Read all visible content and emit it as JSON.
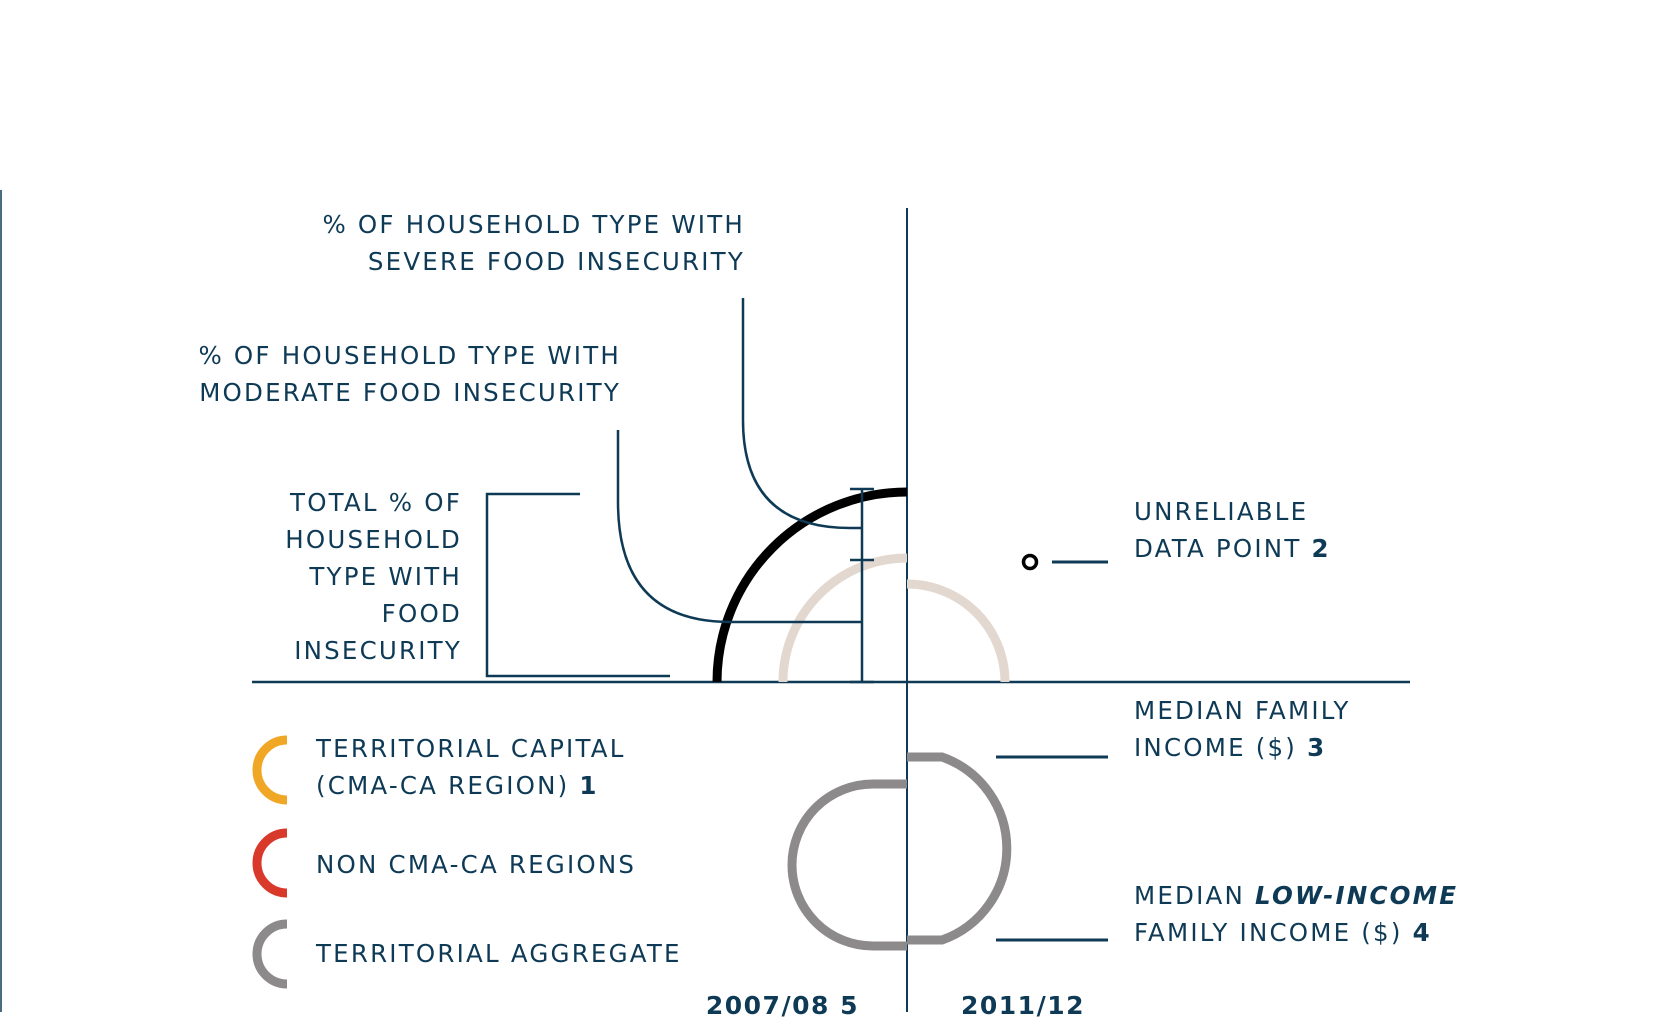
{
  "labels": {
    "severe_line1": "% OF HOUSEHOLD TYPE WITH",
    "severe_line2": "SEVERE FOOD INSECURITY",
    "moderate_line1": "% OF HOUSEHOLD TYPE WITH",
    "moderate_line2": "MODERATE FOOD INSECURITY",
    "total_line1": "TOTAL % OF",
    "total_line2": "HOUSEHOLD",
    "total_line3": "TYPE WITH",
    "total_line4": "FOOD",
    "total_line5": "INSECURITY",
    "unreliable_line1": "UNRELIABLE",
    "unreliable_line2": "DATA POINT",
    "unreliable_note": "2",
    "median_line1": "MEDIAN FAMILY",
    "median_line2": "INCOME ($)",
    "median_note": "3",
    "lowinc_prefix": "MEDIAN",
    "lowinc_italic": "LOW-INCOME",
    "lowinc_line2": "FAMILY INCOME ($)",
    "lowinc_note": "4"
  },
  "legend": [
    {
      "line1": "TERRITORIAL CAPITAL",
      "line2": "(CMA-CA REGION)",
      "note": "1",
      "color": "#f1a726"
    },
    {
      "line1": "NON CMA-CA REGIONS",
      "color": "#d8392b"
    },
    {
      "line1": "TERRITORIAL AGGREGATE",
      "color": "#8c8a8b"
    }
  ],
  "years": {
    "left": "2007/08",
    "left_note": "5",
    "right": "2011/12"
  },
  "colors": {
    "text": "#0e3a56",
    "lines": "#0e3a56",
    "total_arc": "#000000",
    "faint_arc": "#e3d8d0",
    "income_shape": "#8c8a8b"
  }
}
